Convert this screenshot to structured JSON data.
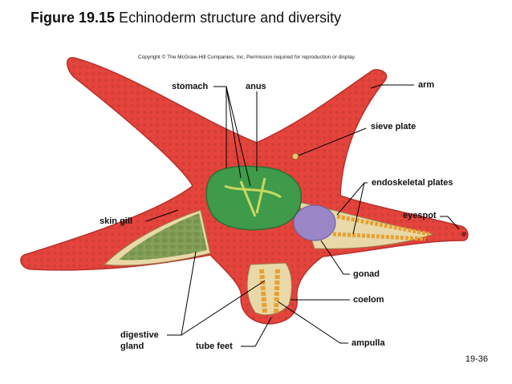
{
  "header": {
    "figure_number": "Figure 19.15",
    "title": "Echinoderm structure and diversity",
    "copyright": "Copyright © The McGraw-Hill Companies, Inc. Permission required for reproduction or display."
  },
  "labels": {
    "stomach": "stomach",
    "anus": "anus",
    "arm": "arm",
    "sieve_plate": "sieve plate",
    "endoskeletal_plates": "endoskeletal plates",
    "eyespot": "eyespot",
    "skin_gill": "skin gill",
    "gonad": "gonad",
    "coelom": "coelom",
    "digestive_gland_1": "digestive",
    "digestive_gland_2": "gland",
    "tube_feet": "tube feet",
    "ampulla": "ampulla"
  },
  "footer": {
    "slide_number": "19-36"
  },
  "colors": {
    "body": "#e4443c",
    "body_dark": "#b8302b",
    "stomach": "#3f9a4a",
    "gonad": "#9a86c6",
    "gland": "#86a05a",
    "ampulla": "#e8a030"
  }
}
